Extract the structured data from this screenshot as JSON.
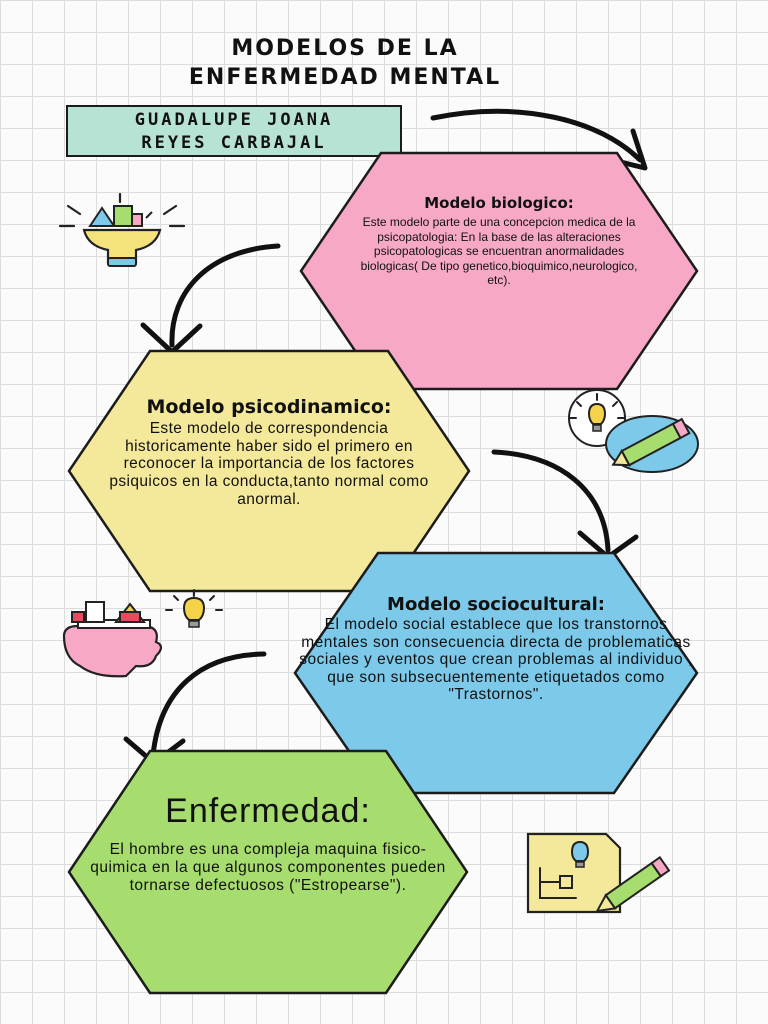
{
  "title": {
    "line1": "MODELOS DE LA",
    "line2": "ENFERMEDAD MENTAL"
  },
  "author": {
    "line1": "GUADALUPE JOANA",
    "line2": "REYES CARBAJAL"
  },
  "colors": {
    "biologico": "#f7a8c7",
    "psicodinamico": "#f4e99b",
    "sociocultural": "#7cc9ea",
    "enfermedad": "#a6dd6e",
    "author_box": "#b6e3d3"
  },
  "boxes": {
    "biologico": {
      "heading": "Modelo biologico:",
      "body": "Este modelo parte de una concepcion medica de la psicopatologia: En la base de las alteraciones psicopatologicas se encuentran anormalidades biologicas( De tipo genetico,bioquimico,neurologico, etc)."
    },
    "psicodinamico": {
      "heading": "Modelo psicodinamico:",
      "body": "Este modelo de correspondencia historicamente haber sido el primero en reconocer la importancia de los factores psiquicos en la conducta,tanto normal como anormal."
    },
    "sociocultural": {
      "heading": "Modelo sociocultural:",
      "body": "El modelo social establece que los transtornos mentales son consecuencia directa de problematicas sociales y eventos que crean problemas al individuo , que son subsecuentemente etiquetados como \"Trastornos\"."
    },
    "enfermedad": {
      "heading": "Enfermedad:",
      "body": "El hombre es una compleja maquina fisico-quimica en la que algunos componentes pueden tornarse defectuosos (\"Estropearse\")."
    }
  },
  "icons": [
    "brain-idea-icon",
    "lightbulb-pencil-icon",
    "brain-lightbulb-icon",
    "document-pencil-icon"
  ]
}
